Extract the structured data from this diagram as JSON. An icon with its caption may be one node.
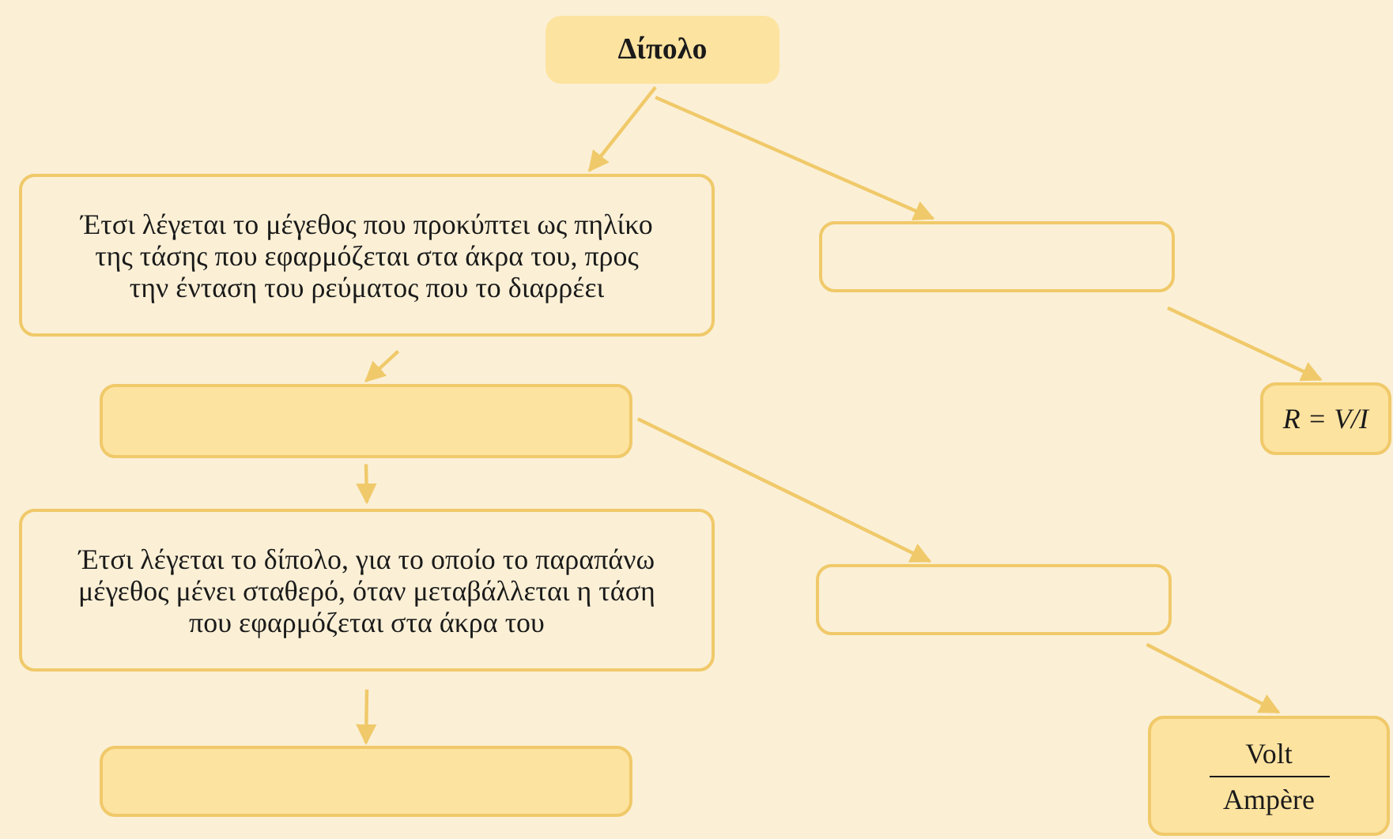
{
  "diagram": {
    "nodes": [
      {
        "text": [
          "Δίπολο"
        ]
      },
      {
        "text": [
          "Έτσι λέγεται το μέγεθος που προκύπτει ως πηλίκο της τάσης που εφαρμόζεται στα άκρα του, προς την ένταση του ρεύματος που το διαρρέει"
        ]
      },
      {
        "text": [],
        "shape": "box"
      },
      {
        "text": [
          "R = V/I"
        ]
      },
      {
        "text": [],
        "shape": "box"
      },
      {
        "text": [
          "Έτσι λέγεται το δίπολο, για το οποίο το παραπάνω μέγεθος μένει σταθερό, όταν μεταβάλλεται η τάση που εφαρμόζεται στα άκρα του"
        ]
      },
      {
        "text": [],
        "shape": "box"
      },
      {
        "text": [],
        "shape": "box"
      },
      {
        "text": [
          "Volt",
          "Ampère"
        ]
      }
    ],
    "edges": [
      {
        "from": 0,
        "to": 1,
        "arrow": "to"
      },
      {
        "from": 0,
        "to": 2,
        "arrow": "to"
      },
      {
        "from": 2,
        "to": 3,
        "arrow": "to"
      },
      {
        "from": 1,
        "to": 4,
        "arrow": "to"
      },
      {
        "from": 4,
        "to": 6,
        "arrow": "to"
      },
      {
        "from": 4,
        "to": 5,
        "arrow": "to"
      },
      {
        "from": 6,
        "to": 8,
        "arrow": "to"
      },
      {
        "from": 5,
        "to": 7,
        "arrow": "to"
      }
    ]
  }
}
